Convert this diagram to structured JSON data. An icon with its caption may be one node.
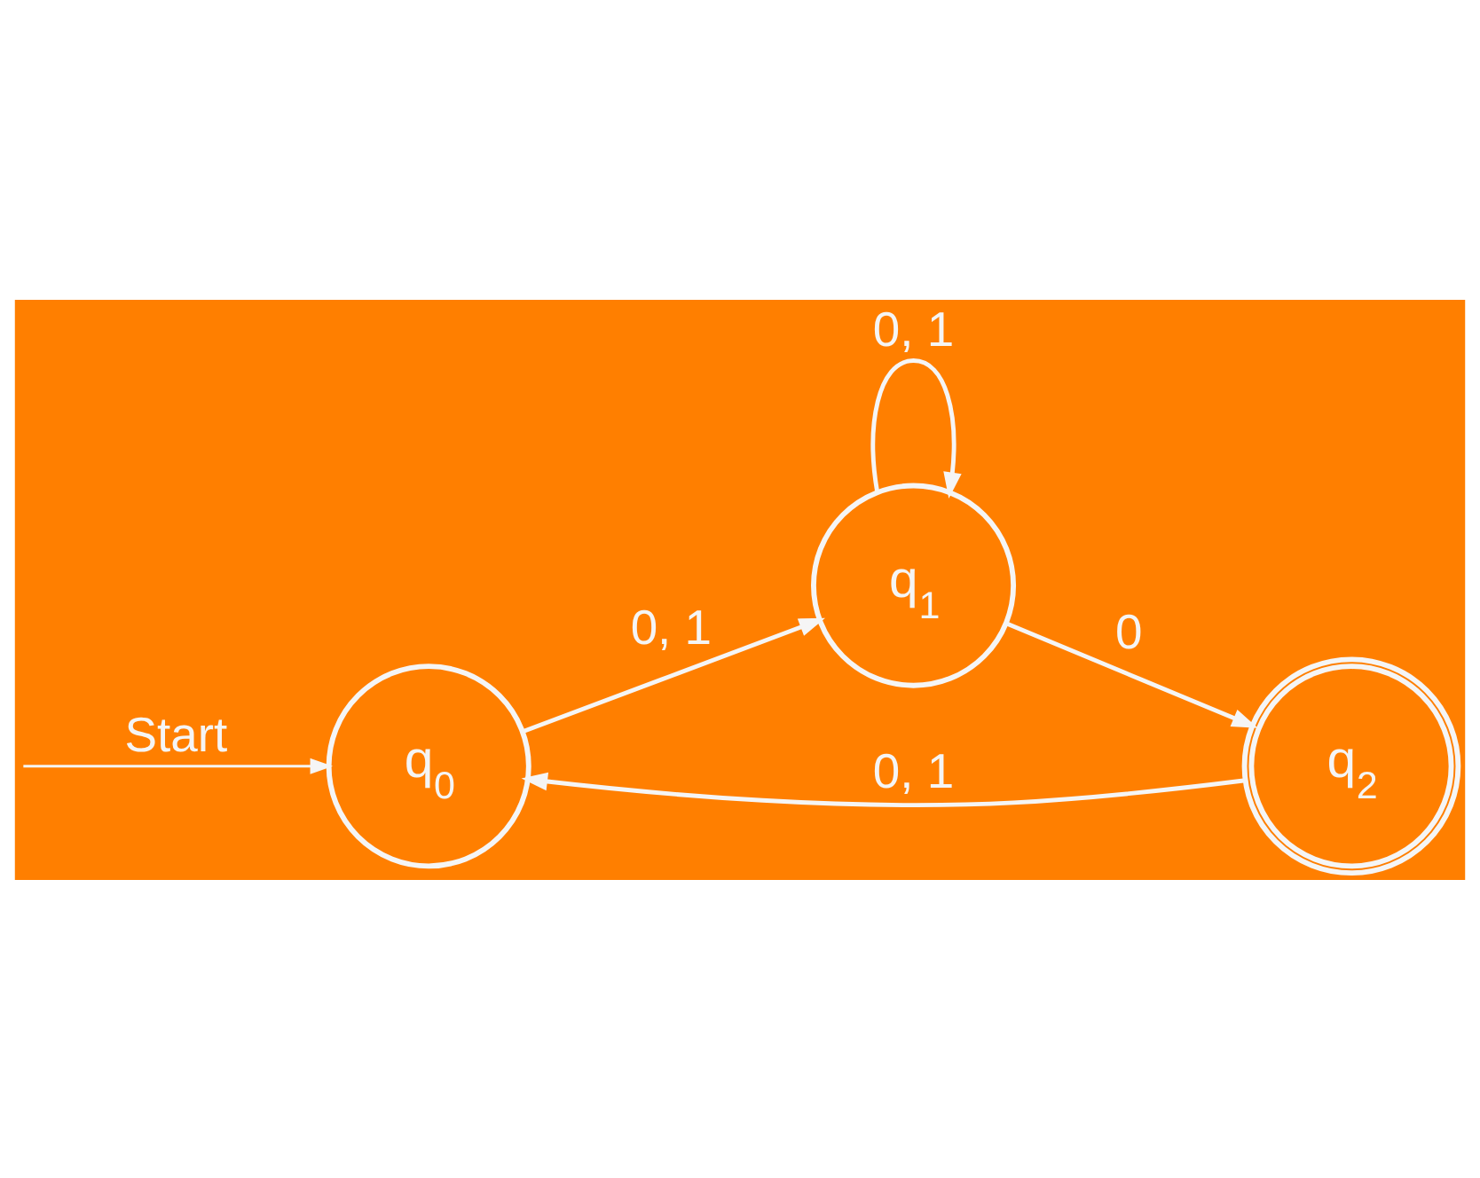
{
  "diagram": {
    "nodes": [
      {
        "text": [
          "q$_{0}$"
        ]
      },
      {
        "text": [
          "q$_{1}$"
        ]
      },
      {
        "text": [
          "q$_{2}$"
        ]
      }
    ],
    "edges": [
      {
        "from": null,
        "to": 0,
        "arrow": "to",
        "label": "Start"
      },
      {
        "from": 0,
        "to": 1,
        "arrow": "to",
        "label": "0, 1"
      },
      {
        "from": 1,
        "to": 1,
        "arrow": "to",
        "label": "0, 1"
      },
      {
        "from": 1,
        "to": 2,
        "arrow": "to",
        "label": "0"
      },
      {
        "from": 2,
        "to": 0,
        "arrow": "to",
        "label": "0, 1"
      }
    ]
  }
}
